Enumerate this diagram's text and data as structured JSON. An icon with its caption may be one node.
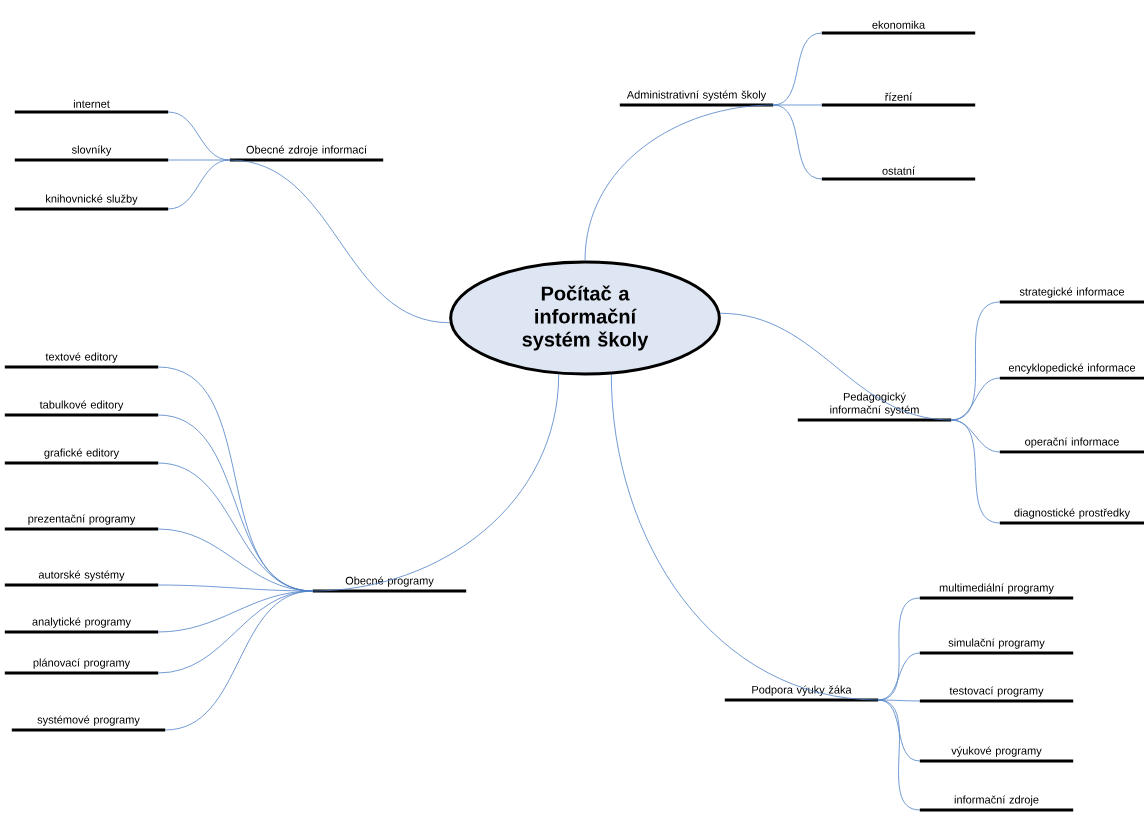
{
  "diagram": {
    "nodes": [
      {
        "text": [
          "Počítač a informační systém školy"
        ]
      },
      {
        "text": [
          "Obecné zdroje informací"
        ]
      },
      {
        "text": [
          "internet"
        ]
      },
      {
        "text": [
          "slovníky"
        ]
      },
      {
        "text": [
          "knihovnické služby"
        ]
      },
      {
        "text": [
          "Administrativní systém školy"
        ]
      },
      {
        "text": [
          "ekonomika"
        ]
      },
      {
        "text": [
          "řízení"
        ]
      },
      {
        "text": [
          "ostatní"
        ]
      },
      {
        "text": [
          "Pedagogický informační systém"
        ]
      },
      {
        "text": [
          "strategické informace"
        ]
      },
      {
        "text": [
          "encyklopedické informace"
        ]
      },
      {
        "text": [
          "operační informace"
        ]
      },
      {
        "text": [
          "diagnostické prostředky"
        ]
      },
      {
        "text": [
          "Obecné programy"
        ]
      },
      {
        "text": [
          "textové editory"
        ]
      },
      {
        "text": [
          "tabulkové editory"
        ]
      },
      {
        "text": [
          "grafické editory"
        ]
      },
      {
        "text": [
          "prezentační programy"
        ]
      },
      {
        "text": [
          "autorské systémy"
        ]
      },
      {
        "text": [
          "analytické programy"
        ]
      },
      {
        "text": [
          "plánovací programy"
        ]
      },
      {
        "text": [
          "systémové programy"
        ]
      },
      {
        "text": [
          "Podpora výuky žáka"
        ]
      },
      {
        "text": [
          "multimediální programy"
        ]
      },
      {
        "text": [
          "simulační programy"
        ]
      },
      {
        "text": [
          "testovací programy"
        ]
      },
      {
        "text": [
          "výukové programy"
        ]
      },
      {
        "text": [
          "informační zdroje"
        ]
      }
    ],
    "edges": [
      {
        "from": 0,
        "to": 1,
        "arrow": "none"
      },
      {
        "from": 1,
        "to": 2,
        "arrow": "none"
      },
      {
        "from": 1,
        "to": 3,
        "arrow": "none"
      },
      {
        "from": 1,
        "to": 4,
        "arrow": "none"
      },
      {
        "from": 0,
        "to": 5,
        "arrow": "none"
      },
      {
        "from": 5,
        "to": 6,
        "arrow": "none"
      },
      {
        "from": 5,
        "to": 7,
        "arrow": "none"
      },
      {
        "from": 5,
        "to": 8,
        "arrow": "none"
      },
      {
        "from": 0,
        "to": 9,
        "arrow": "none"
      },
      {
        "from": 9,
        "to": 10,
        "arrow": "none"
      },
      {
        "from": 9,
        "to": 11,
        "arrow": "none"
      },
      {
        "from": 9,
        "to": 12,
        "arrow": "none"
      },
      {
        "from": 9,
        "to": 13,
        "arrow": "none"
      },
      {
        "from": 0,
        "to": 14,
        "arrow": "none"
      },
      {
        "from": 14,
        "to": 15,
        "arrow": "none"
      },
      {
        "from": 14,
        "to": 16,
        "arrow": "none"
      },
      {
        "from": 14,
        "to": 17,
        "arrow": "none"
      },
      {
        "from": 14,
        "to": 18,
        "arrow": "none"
      },
      {
        "from": 14,
        "to": 19,
        "arrow": "none"
      },
      {
        "from": 14,
        "to": 20,
        "arrow": "none"
      },
      {
        "from": 14,
        "to": 21,
        "arrow": "none"
      },
      {
        "from": 14,
        "to": 22,
        "arrow": "none"
      },
      {
        "from": 0,
        "to": 23,
        "arrow": "none"
      },
      {
        "from": 23,
        "to": 24,
        "arrow": "none"
      },
      {
        "from": 23,
        "to": 25,
        "arrow": "none"
      },
      {
        "from": 23,
        "to": 26,
        "arrow": "none"
      },
      {
        "from": 23,
        "to": 27,
        "arrow": "none"
      },
      {
        "from": 23,
        "to": 28,
        "arrow": "none"
      }
    ]
  }
}
